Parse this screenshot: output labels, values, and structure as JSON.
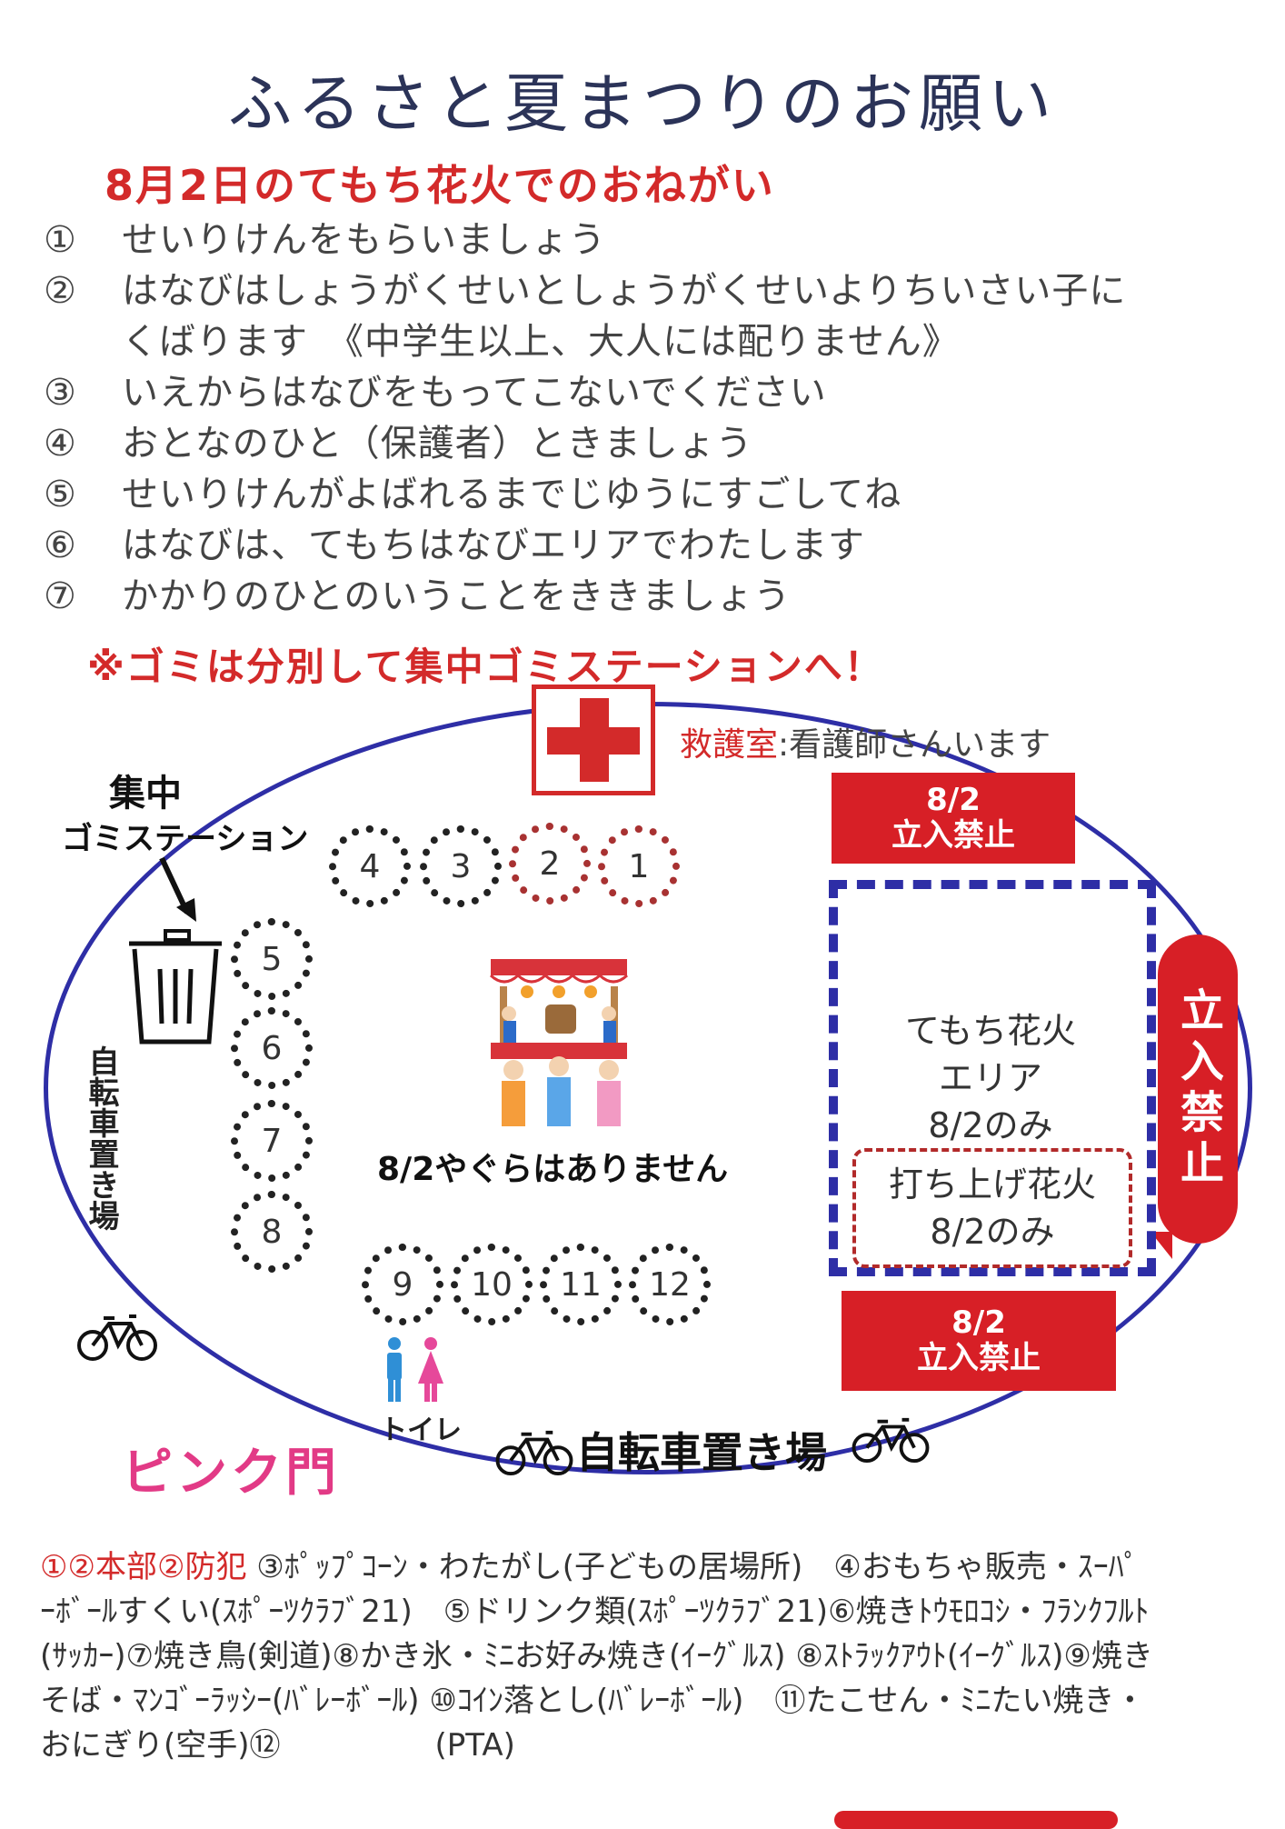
{
  "title": "ふるさと夏まつりのお願い",
  "subtitle": "8月2日のてもち花火でのおねがい",
  "rules": [
    {
      "num": "①",
      "text": "せいりけんをもらいましょう"
    },
    {
      "num": "②",
      "text": "はなびはしょうがくせいとしょうがくせいよりちいさい子に"
    },
    {
      "num": "③",
      "text": "いえからはなびをもってこないでください"
    },
    {
      "num": "④",
      "text": "おとなのひと（保護者）ときましょう"
    },
    {
      "num": "⑤",
      "text": "せいりけんがよばれるまでじゆうにすごしてね"
    },
    {
      "num": "⑥",
      "text": "はなびは、てもちはなびエリアでわたします"
    },
    {
      "num": "⑦",
      "text": "かかりのひとのいうことをききましょう"
    }
  ],
  "rule2_cont": "くばります　《中学生以上、大人には配りません》",
  "trash_note": "※ゴミは分別して集中ゴミステーションへ！",
  "map": {
    "aid_red": "救護室",
    "aid_rest": ":看護師さんいます",
    "no_entry_top": [
      "8/2",
      "立入禁止"
    ],
    "no_entry_bottom": [
      "8/2",
      "立入禁止"
    ],
    "no_entry_side": "立入禁止",
    "area_lines": [
      "てもち花火",
      "エリア",
      "8/2のみ"
    ],
    "launch_lines": [
      "打ち上げ花火",
      "8/2のみ"
    ],
    "gomi_title": "集中",
    "gomi_sub": "ゴミステーション",
    "bike_park_vertical": "自転車置き場",
    "bike_park_horizontal": "自転車置き場",
    "yagura_text": "8/2やぐらはありません",
    "toilet_label": "トイレ",
    "pink_gate": "ピンク門",
    "stalls": [
      "1",
      "2",
      "3",
      "4",
      "5",
      "6",
      "7",
      "8",
      "9",
      "10",
      "11",
      "12"
    ]
  },
  "legend": {
    "red_part": "①②本部②防犯",
    "lines": [
      "③ﾎﾟｯﾌﾟｺｰﾝ・わたがし(子どもの居場所)　④おもちゃ販売・ｽｰﾊﾟ",
      "ｰﾎﾞｰﾙすくい(ｽﾎﾟｰﾂｸﾗﾌﾞ21)　⑤ドリンク類(ｽﾎﾟｰﾂｸﾗﾌﾞ21)⑥焼きﾄｳﾓﾛｺｼ・ﾌﾗﾝｸﾌﾙﾄ",
      "(ｻｯｶｰ)⑦焼き鳥(剣道)⑧かき氷・ﾐﾆお好み焼き(ｲｰｸﾞﾙｽ) ⑧ｽﾄﾗｯｸｱｳﾄ(ｲｰｸﾞﾙｽ)⑨焼き",
      "そば・ﾏﾝｺﾞｰﾗｯｼｰ(ﾊﾞﾚｰﾎﾞｰﾙ) ⑩ｺｲﾝ落とし(ﾊﾞﾚｰﾎﾞｰﾙ)　⑪たこせん・ﾐﾆたい焼き・",
      "おにぎり(空手)⑫　　　　　(PTA)"
    ]
  },
  "colors": {
    "accent_red": "#d71f26",
    "navy": "#2e2ea6",
    "pink": "#e23a86",
    "title": "#2b3358"
  }
}
